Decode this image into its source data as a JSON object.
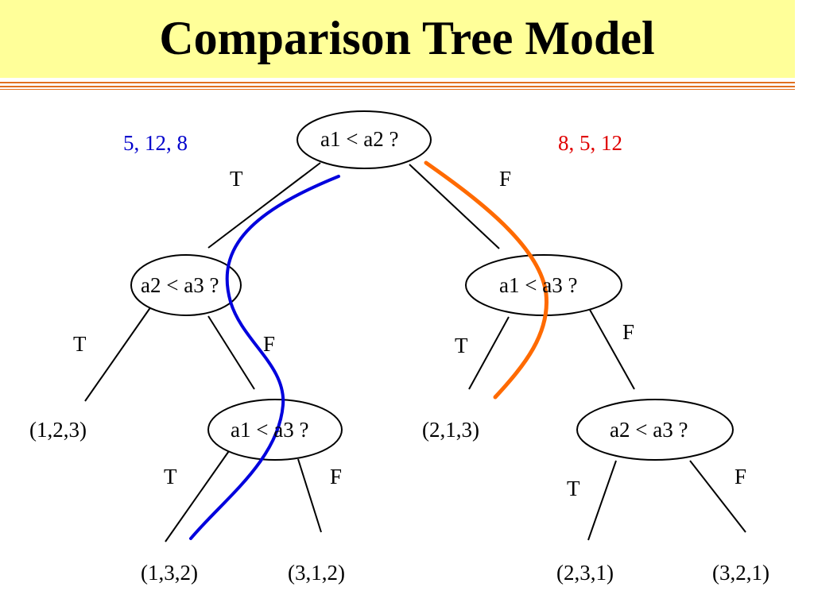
{
  "title": "Comparison Tree Model",
  "inputs": {
    "left": "5, 12, 8",
    "right": "8, 5, 12",
    "left_color": "#0000cc",
    "right_color": "#e00000"
  },
  "nodes": {
    "root": "a1 < a2 ?",
    "left": "a2 < a3 ?",
    "right": "a1 < a3 ?",
    "left_right": "a1 < a3 ?",
    "right_right": "a2 < a3 ?"
  },
  "edge_labels": {
    "root_t": "T",
    "root_f": "F",
    "left_t": "T",
    "left_f": "F",
    "right_t": "T",
    "right_f": "F",
    "lr_t": "T",
    "lr_f": "F",
    "rr_t": "T",
    "rr_f": "F"
  },
  "leaves": {
    "l1": "(1,2,3)",
    "l2": "(2,1,3)",
    "l3": "(1,3,2)",
    "l4": "(3,1,2)",
    "l5": "(2,3,1)",
    "l6": "(3,2,1)"
  },
  "paths": {
    "left_path_color": "#0000dd",
    "right_path_color": "#ff6a00"
  }
}
